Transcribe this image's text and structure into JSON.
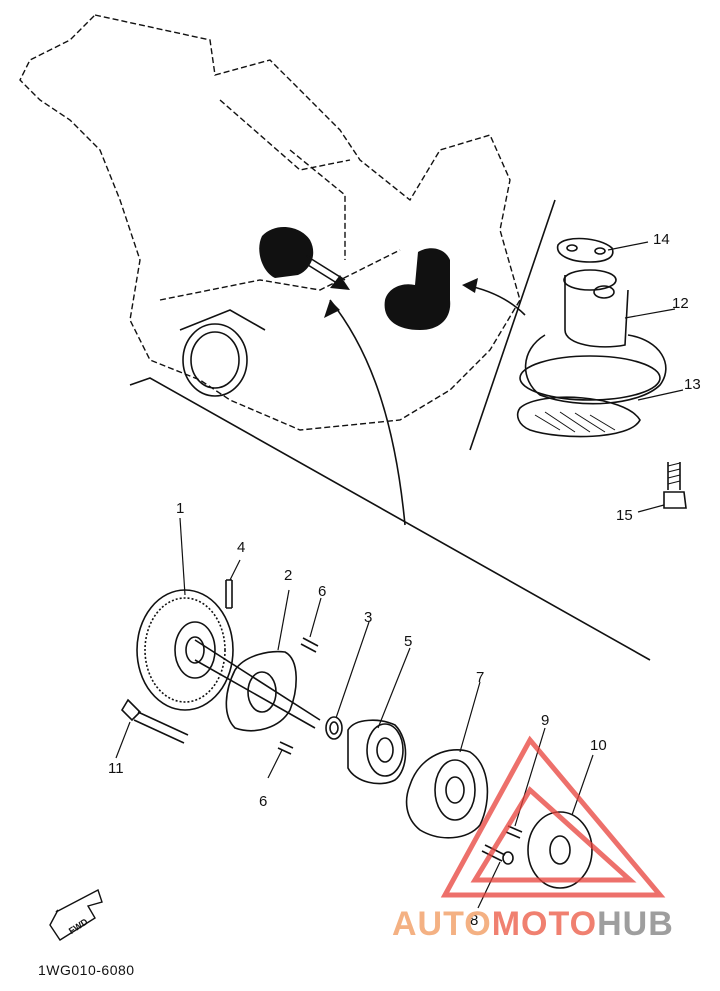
{
  "callouts": [
    "1",
    "2",
    "3",
    "4",
    "5",
    "6",
    "6",
    "7",
    "8",
    "9",
    "10",
    "11",
    "12",
    "13",
    "14",
    "15"
  ],
  "diagram_code": "1WG010-6080",
  "fwd_label": "FWD",
  "watermark": {
    "part1": "AUTO",
    "part2": "MOTO",
    "part3": "HUB"
  },
  "colors": {
    "line": "#111111",
    "watermark_red": "#e8413a",
    "watermark_orange": "#f4b183",
    "watermark_gray": "#9e9e9e"
  }
}
